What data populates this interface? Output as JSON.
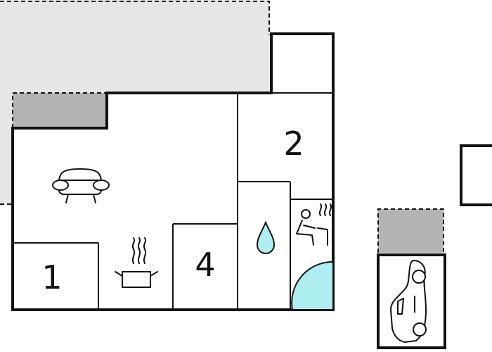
{
  "colors": {
    "wall": "#111111",
    "outdoor_area": "#e6e6e6",
    "terrace": "#b4b4b4",
    "water": "#aeeef0",
    "background": "#ffffff"
  },
  "rooms": [
    {
      "id": "room-1",
      "number": "1"
    },
    {
      "id": "room-2",
      "number": "2"
    },
    {
      "id": "room-4",
      "number": "4"
    }
  ],
  "icons": [
    "sofa-icon",
    "cooking-pot-icon",
    "water-drop-icon",
    "sauna-icon",
    "car-icon"
  ]
}
